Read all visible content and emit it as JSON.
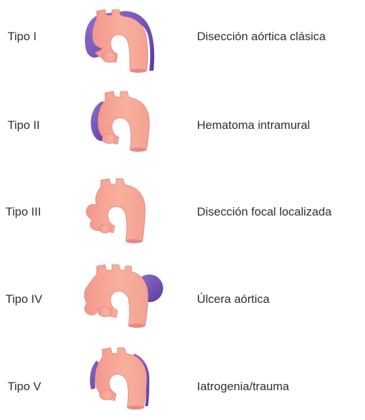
{
  "rows": [
    {
      "type": "Tipo I",
      "description": "Disección aórtica clásica"
    },
    {
      "type": "Tipo II",
      "description": "Hematoma intramural"
    },
    {
      "type": "Tipo III",
      "description": "Disección focal localizada"
    },
    {
      "type": "Tipo IV",
      "description": "Úlcera aórtica"
    },
    {
      "type": "Tipo V",
      "description": "Iatrogenia/trauma"
    }
  ],
  "colors": {
    "aorta_light": "#fbc0a8",
    "aorta_dark": "#f19a93",
    "dissection_purple": "#7f5cc3",
    "dissection_deep": "#5b3d9c",
    "text": "#2e2e2e"
  }
}
